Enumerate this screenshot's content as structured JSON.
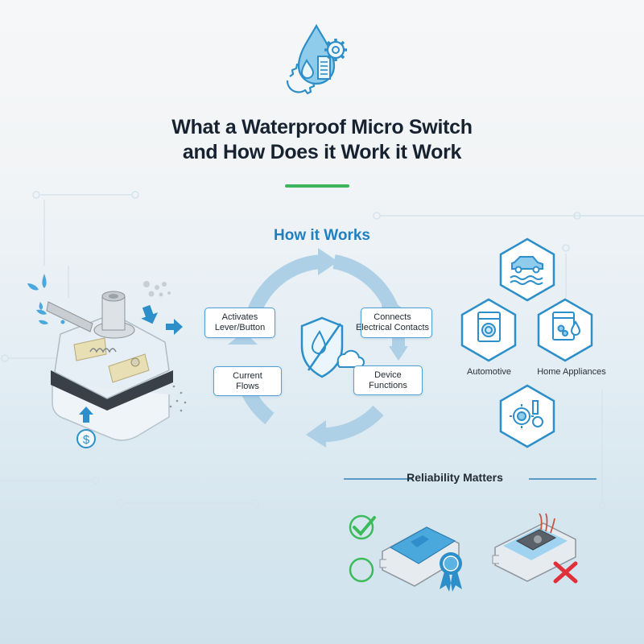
{
  "header": {
    "icon": "water-drop-gear-document-icon",
    "title_line1": "What a Waterproof Micro Switch",
    "title_line2": "and How Does it Work it Work",
    "accent_rule_color": "#3cb55e"
  },
  "illustration": {
    "name": "waterproof-micro-switch-cutaway",
    "icons": [
      "water-splash-icon",
      "pressure-arrow-down-icon",
      "output-arrow-right-icon",
      "dust-particles-icon",
      "dollar-cost-icon",
      "up-arrow-icon"
    ]
  },
  "how_it_works": {
    "title": "How it Works",
    "center_icon": "shield-water-cloud-icon",
    "steps": [
      {
        "label_line1": "Activates",
        "label_line2": "Lever/Button"
      },
      {
        "label_line1": "Connects",
        "label_line2": "Electrical Contacts"
      },
      {
        "label_line1": "Device",
        "label_line2": "Functions"
      },
      {
        "label_line1": "Current",
        "label_line2": "Flows"
      }
    ],
    "cycle_color": "#a9cfe6"
  },
  "applications": {
    "items": [
      {
        "icon": "car-water-icon",
        "label": ""
      },
      {
        "icon": "washing-machine-icon",
        "label": "Automotive"
      },
      {
        "icon": "dishwasher-icon",
        "label": "Home Appliances"
      },
      {
        "icon": "industrial-gear-factory-icon",
        "label": ""
      }
    ],
    "hex_border_color": "#2d8fc9"
  },
  "reliability": {
    "title": "Reliability Matters",
    "good_icon": "check-circle-icon",
    "empty_icon": "empty-circle-icon",
    "good_item": "sealed-switch-award-icon",
    "bad_item": "open-switch-wires-icon",
    "bad_mark": "red-x-icon",
    "colors": {
      "check": "#3dbb5a",
      "x": "#e0303a",
      "award": "#2d8fc9"
    }
  }
}
